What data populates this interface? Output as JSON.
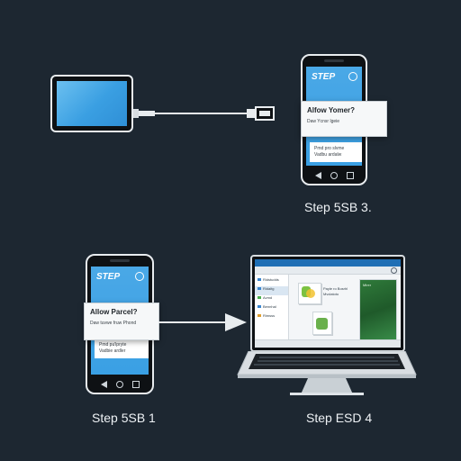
{
  "steps": {
    "step1": "Step 5SB 1",
    "step3": "Step 5SB 3.",
    "step4": "Step ESD 4"
  },
  "top_phone": {
    "screen_title": "STEP",
    "dialog_title": "Alfow Yomer?",
    "dialog_text": "Daw Ycnsr lgeie",
    "subcard_lines": [
      "Pmd pro slvme",
      "Vadbu ardalw"
    ]
  },
  "bottom_phone": {
    "screen_title": "STEP",
    "dialog_title": "Allow Parcel?",
    "dialog_text": "Daw tuvwe fruw Phond",
    "subcard_lines": [
      "Pmd pu'lpryte",
      "Vadbie ardler"
    ]
  },
  "laptop": {
    "sidebar_items": [
      "Ridstudds",
      "Ridaitg",
      "Avmd",
      "Bennhal",
      "Rimsss"
    ],
    "file_caption": "Payle ro Bosrhl Mvclatoto",
    "photo_label": "Mlrer"
  },
  "colors": {
    "background": "#1d2731",
    "screen_blue": "#3aa0e4",
    "frame": "#e8ecef"
  },
  "icons": [
    "usb-cable-icon",
    "arrow-right-icon",
    "search-icon",
    "folder-icon"
  ]
}
